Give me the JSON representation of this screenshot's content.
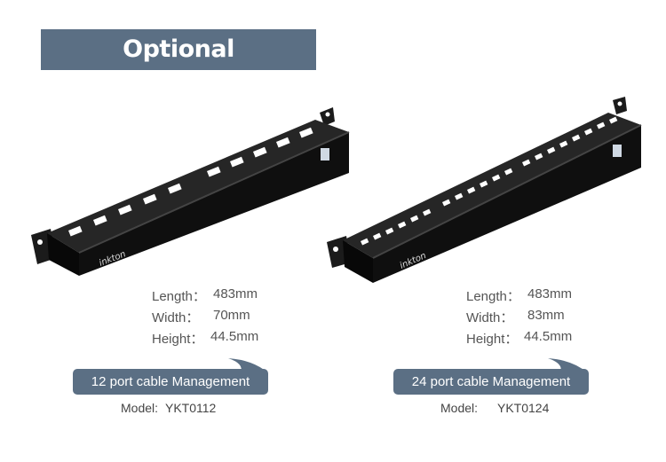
{
  "banner_title": "Optional specifications",
  "products": [
    {
      "brand": "inkton",
      "length_label": "Length：",
      "length_value": "483mm",
      "width_label": "Width：",
      "width_value": "70mm",
      "height_label": "Height：",
      "height_value": "44.5mm",
      "name": "12 port cable Management",
      "model_label": "Model:",
      "model_value": "YKT0112"
    },
    {
      "brand": "inkton",
      "length_label": "Length：",
      "length_value": "483mm",
      "width_label": "Width：",
      "width_value": "83mm",
      "height_label": "Height：",
      "height_value": "44.5mm",
      "name": "24 port cable Management",
      "model_label": "Model:",
      "model_value": "YKT0124"
    }
  ],
  "colors": {
    "accent": "#5b6f84",
    "panel": "#151515"
  }
}
